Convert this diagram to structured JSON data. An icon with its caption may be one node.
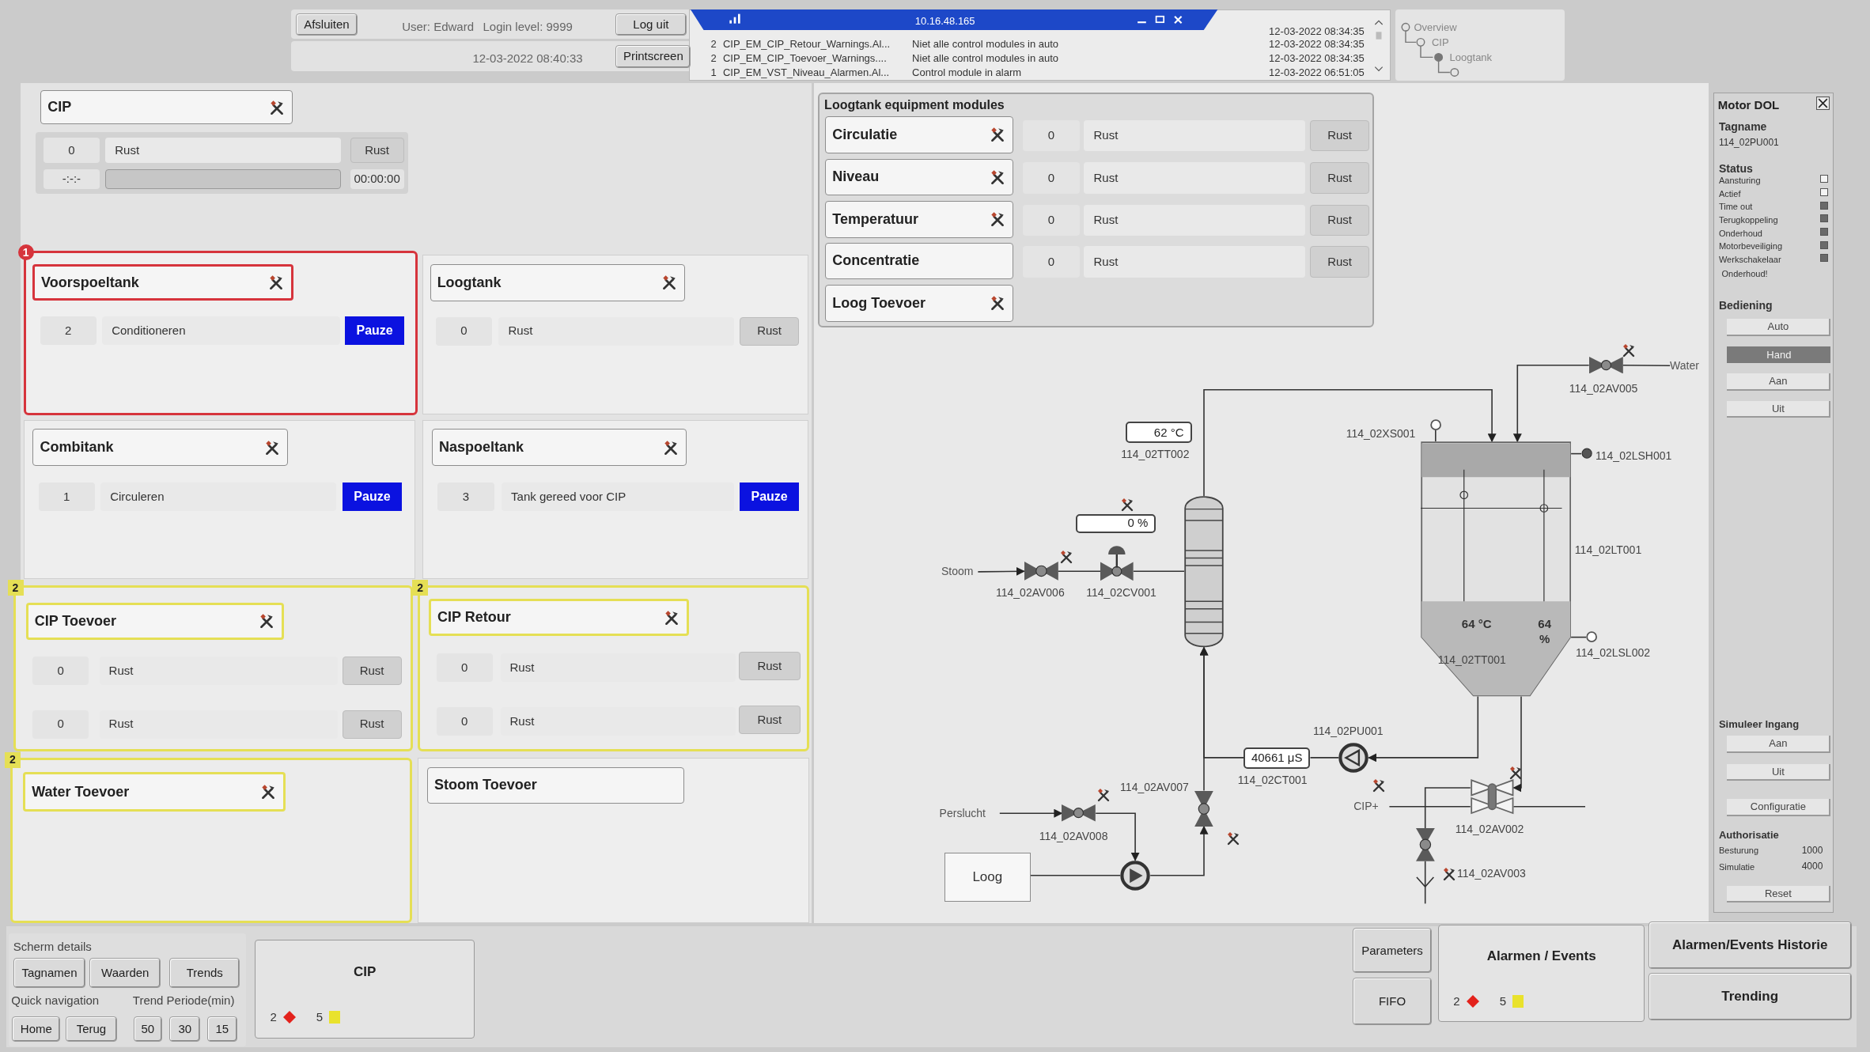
{
  "diagram": {
    "nodes": [
      {
        "text": [
          "Afsluiten"
        ]
      },
      {
        "text": [
          "Log uit"
        ]
      },
      {
        "text": [
          "Printscreen"
        ]
      },
      {
        "text": [
          "CIP"
        ]
      },
      {
        "text": [
          "0"
        ]
      },
      {
        "text": [
          "Rust"
        ]
      },
      {
        "text": [
          "Rust"
        ]
      },
      {
        "text": [
          "-:-:-"
        ]
      },
      {
        "text": [
          "00:00:00"
        ]
      },
      {
        "text": [],
        "shape": "box",
        "beside": [
          "1"
        ]
      },
      {
        "text": [
          "Voorspoeltank"
        ],
        "in": 9
      },
      {
        "text": [
          "2"
        ],
        "in": 9
      },
      {
        "text": [
          "Conditioneren"
        ],
        "in": 9
      },
      {
        "text": [
          "Pauze"
        ],
        "in": 9
      },
      {
        "text": [],
        "shape": "box"
      },
      {
        "text": [
          "Loogtank"
        ],
        "in": 14
      },
      {
        "text": [
          "0"
        ],
        "in": 14
      },
      {
        "text": [
          "Rust"
        ],
        "in": 14
      },
      {
        "text": [
          "Rust"
        ],
        "in": 14
      },
      {
        "text": [],
        "shape": "box"
      },
      {
        "text": [
          "Combitank"
        ],
        "in": 19
      },
      {
        "text": [
          "1"
        ],
        "in": 19
      },
      {
        "text": [
          "Circuleren"
        ],
        "in": 19
      },
      {
        "text": [
          "Pauze"
        ],
        "in": 19
      },
      {
        "text": [],
        "shape": "box"
      },
      {
        "text": [
          "Naspoeltank"
        ],
        "in": 24
      },
      {
        "text": [
          "3"
        ],
        "in": 24
      },
      {
        "text": [
          "Tank gereed voor CIP"
        ],
        "in": 24
      },
      {
        "text": [
          "Pauze"
        ],
        "in": 24
      },
      {
        "text": [],
        "shape": "box",
        "beside": [
          "2"
        ]
      },
      {
        "text": [
          "CIP Toevoer"
        ],
        "in": 29
      },
      {
        "text": [
          "0"
        ],
        "in": 29
      },
      {
        "text": [
          "Rust"
        ],
        "in": 29
      },
      {
        "text": [
          "Rust"
        ],
        "in": 29
      },
      {
        "text": [
          "0"
        ],
        "in": 29
      },
      {
        "text": [
          "Rust"
        ],
        "in": 29
      },
      {
        "text": [
          "Rust"
        ],
        "in": 29
      },
      {
        "text": [],
        "shape": "box",
        "beside": [
          "2"
        ]
      },
      {
        "text": [
          "CIP Retour"
        ],
        "in": 37
      },
      {
        "text": [
          "0"
        ],
        "in": 37
      },
      {
        "text": [
          "Rust"
        ],
        "in": 37
      },
      {
        "text": [
          "Rust"
        ],
        "in": 37
      },
      {
        "text": [
          "0"
        ],
        "in": 37
      },
      {
        "text": [
          "Rust"
        ],
        "in": 37
      },
      {
        "text": [
          "Rust"
        ],
        "in": 37
      },
      {
        "text": [],
        "shape": "box",
        "beside": [
          "2"
        ]
      },
      {
        "text": [
          "Water Toevoer"
        ],
        "in": 45
      },
      {
        "text": [],
        "shape": "box"
      },
      {
        "text": [
          "Stoom Toevoer"
        ],
        "in": 47
      },
      {
        "text": [
          "Loogtank equipment modules"
        ]
      },
      {
        "text": [
          "Circulatie"
        ],
        "in": 49
      },
      {
        "text": [
          "0"
        ],
        "in": 49
      },
      {
        "text": [
          "Rust"
        ],
        "in": 49
      },
      {
        "text": [
          "Rust"
        ],
        "in": 49
      },
      {
        "text": [
          "Niveau"
        ],
        "in": 49
      },
      {
        "text": [
          "0"
        ],
        "in": 49
      },
      {
        "text": [
          "Rust"
        ],
        "in": 49
      },
      {
        "text": [
          "Rust"
        ],
        "in": 49
      },
      {
        "text": [
          "Temperatuur"
        ],
        "in": 49
      },
      {
        "text": [
          "0"
        ],
        "in": 49
      },
      {
        "text": [
          "Rust"
        ],
        "in": 49
      },
      {
        "text": [
          "Rust"
        ],
        "in": 49
      },
      {
        "text": [
          "Concentratie"
        ],
        "in": 49
      },
      {
        "text": [
          "0"
        ],
        "in": 49
      },
      {
        "text": [
          "Rust"
        ],
        "in": 49
      },
      {
        "text": [
          "Rust"
        ],
        "in": 49
      },
      {
        "text": [
          "Loog Toevoer"
        ],
        "in": 49
      },
      {
        "text": [
          "Motor DOL"
        ]
      },
      {
        "text": [
          "Auto"
        ],
        "in": 67
      },
      {
        "text": [
          "Hand"
        ],
        "in": 67
      },
      {
        "text": [
          "Aan"
        ],
        "in": 67
      },
      {
        "text": [
          "Uit"
        ],
        "in": 67
      },
      {
        "text": [
          "Aan"
        ],
        "in": 67
      },
      {
        "text": [
          "Uit"
        ],
        "in": 67
      },
      {
        "text": [
          "Configuratie"
        ],
        "in": 67
      },
      {
        "text": [
          "Reset"
        ],
        "in": 67
      },
      {
        "text": [
          "Stoom"
        ]
      },
      {
        "text": [],
        "shape": "valve",
        "beside": [
          "114_02AV006"
        ]
      },
      {
        "text": [],
        "shape": "valve",
        "beside": [
          "114_02CV001"
        ]
      },
      {
        "text": [
          "0 %"
        ]
      },
      {
        "text": [],
        "shape": "cylinder"
      },
      {
        "text": [
          "62 °C"
        ],
        "beside": [
          "114_02TT002"
        ]
      },
      {
        "text": [
          "64 °C",
          "64 %",
          "114_02TT001"
        ]
      },
      {
        "text": [],
        "shape": "circle"
      },
      {
        "text": [],
        "shape": "circle"
      },
      {
        "text": [],
        "shape": "circle",
        "beside": [
          "114_02LSL002"
        ]
      },
      {
        "text": [
          "Water"
        ]
      },
      {
        "text": [],
        "shape": "valve",
        "beside": [
          "114_02AV005"
        ]
      },
      {
        "text": [],
        "shape": "pump",
        "beside": [
          "114_02PU001"
        ]
      },
      {
        "text": [
          "40661 μS"
        ],
        "beside": [
          "114_02CT001"
        ]
      },
      {
        "text": [],
        "shape": "valve",
        "beside": [
          "114_02AV007"
        ]
      },
      {
        "text": [
          "Perslucht"
        ]
      },
      {
        "text": [],
        "shape": "valve",
        "beside": [
          "114_02AV008"
        ]
      },
      {
        "text": [
          "Loog"
        ]
      },
      {
        "text": [],
        "shape": "pump"
      },
      {
        "text": [],
        "shape": "valve",
        "beside": [
          "114_02AV002"
        ]
      },
      {
        "text": [
          "CIP+"
        ]
      },
      {
        "text": [],
        "shape": "valve",
        "beside": [
          "114_02AV003"
        ]
      },
      {
        "text": [
          "Tagnamen"
        ]
      },
      {
        "text": [
          "Waarden"
        ]
      },
      {
        "text": [
          "Trends"
        ]
      },
      {
        "text": [
          "Home"
        ]
      },
      {
        "text": [
          "Terug"
        ]
      },
      {
        "text": [
          "50"
        ]
      },
      {
        "text": [
          "30"
        ]
      },
      {
        "text": [
          "15"
        ]
      },
      {
        "text": [
          "CIP",
          "2",
          "5"
        ]
      },
      {
        "text": [
          "Parameters"
        ]
      },
      {
        "text": [
          "FIFO"
        ]
      },
      {
        "text": [
          "Alarmen / Events",
          "2",
          "5"
        ]
      },
      {
        "text": [
          "Alarmen/Events Historie"
        ]
      },
      {
        "text": [
          "Trending"
        ]
      }
    ],
    "edges": [
      {
        "from": 76,
        "to": 77,
        "arrow": "to"
      },
      {
        "from": 77,
        "to": 78,
        "arrow": "none"
      },
      {
        "from": 78,
        "to": 80,
        "arrow": "none"
      },
      {
        "from": 80,
        "to": 82,
        "arrow": "to"
      },
      {
        "from": 86,
        "to": 87,
        "arrow": "none"
      },
      {
        "from": 87,
        "to": 82,
        "arrow": "to"
      },
      {
        "from": 82,
        "to": 88,
        "arrow": "to"
      },
      {
        "from": 82,
        "to": 95,
        "arrow": "to"
      },
      {
        "from": 88,
        "to": 89,
        "arrow": "none"
      },
      {
        "from": 89,
        "to": 80,
        "arrow": "to"
      },
      {
        "from": 94,
        "to": 90,
        "arrow": "to"
      },
      {
        "from": 90,
        "to": 80,
        "arrow": "to"
      },
      {
        "from": 93,
        "to": 94,
        "arrow": "none"
      },
      {
        "from": 91,
        "to": 92,
        "arrow": "to"
      },
      {
        "from": 92,
        "to": 94,
        "arrow": "to"
      },
      {
        "from": 96,
        "to": 95,
        "arrow": "none"
      },
      {
        "from": 95,
        "to": null,
        "arrow": "none"
      },
      {
        "from": 95,
        "to": 97,
        "arrow": "none"
      },
      {
        "from": 97,
        "to": null,
        "arrow": "none"
      },
      {
        "from": 82,
        "to": 83,
        "arrow": "none"
      },
      {
        "from": 82,
        "to": 84,
        "arrow": "none"
      },
      {
        "from": 82,
        "to": 85,
        "arrow": "none"
      }
    ],
    "labels": [
      "User: Edward",
      "Login level: 9999",
      "12-03-2022 08:40:33",
      "10.16.48.165",
      "12-03-2022 08:34:35",
      "2",
      "CIP_EM_CIP_Retour_Warnings.Al...",
      "Niet alle control modules in auto",
      "12-03-2022 08:34:35",
      "2",
      "CIP_EM_CIP_Toevoer_Warnings....",
      "Niet alle control modules in auto",
      "12-03-2022 08:34:35",
      "1",
      "CIP_EM_VST_Niveau_Alarmen.Al...",
      "Control module in alarm",
      "12-03-2022 06:51:05",
      "Overview",
      "CIP",
      "Loogtank",
      "Tagname",
      "114_02PU001",
      "Status",
      "Aansturing",
      "Actief",
      "Time out",
      "Terugkoppeling",
      "Onderhoud",
      "Motorbeveiliging",
      "Werkschakelaar",
      "Onderhoud!",
      "Bediening",
      "Simuleer Ingang",
      "Authorisatie",
      "Besturung",
      "1000",
      "Simulatie",
      "4000",
      "114_02XS001",
      "114_02LSH001",
      "114_02LT001",
      "Scherm details",
      "Quick navigation",
      "Trend Periode(min)"
    ]
  }
}
